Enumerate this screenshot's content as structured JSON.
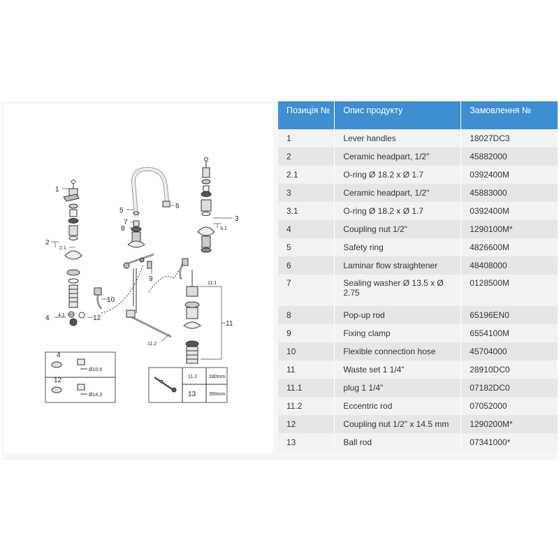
{
  "table": {
    "headers": [
      "Позиція №",
      "Опис продукту",
      "Замовлення №"
    ],
    "rows": [
      {
        "pos": "1",
        "desc": "Lever handles",
        "order": "18027DC3"
      },
      {
        "pos": "2",
        "desc": "Ceramic headpart, 1/2\"",
        "order": "45882000"
      },
      {
        "pos": "2.1",
        "desc": "O-ring Ø 18.2 x Ø 1.7",
        "order": "0392400M"
      },
      {
        "pos": "3",
        "desc": "Ceramic headpart, 1/2\"",
        "order": "45883000"
      },
      {
        "pos": "3.1",
        "desc": "O-ring Ø 18.2 x Ø 1.7",
        "order": "0392400M"
      },
      {
        "pos": "4",
        "desc": "Coupling nut 1/2\"",
        "order": "1290100M*"
      },
      {
        "pos": "5",
        "desc": "Safety ring",
        "order": "4826600M"
      },
      {
        "pos": "6",
        "desc": "Laminar flow straightener",
        "order": "48408000"
      },
      {
        "pos": "7",
        "desc": "Sealing washer Ø 13.5 x Ø 2.75",
        "order": "0128500M"
      },
      {
        "pos": "8",
        "desc": "Pop-up rod",
        "order": "65196EN0"
      },
      {
        "pos": "9",
        "desc": "Fixing clamp",
        "order": "6554100M"
      },
      {
        "pos": "10",
        "desc": "Flexible connection hose",
        "order": "45704000"
      },
      {
        "pos": "11",
        "desc": "Waste set 1 1/4\"",
        "order": "28910DC0"
      },
      {
        "pos": "11.1",
        "desc": "plug 1 1/4\"",
        "order": "07182DC0"
      },
      {
        "pos": "11.2",
        "desc": "Eccentric rod",
        "order": "07052000"
      },
      {
        "pos": "12",
        "desc": "Coupling nut 1/2\" x 14.5 mm",
        "order": "1290200M*"
      },
      {
        "pos": "13",
        "desc": "Ball rod",
        "order": "07341000*"
      }
    ]
  },
  "diagram": {
    "callouts": [
      "1",
      "2",
      "2.1",
      "3",
      "3.1",
      "4",
      "4.1",
      "5",
      "6",
      "7",
      "8",
      "9",
      "10",
      "11",
      "11.1",
      "11.2",
      "12"
    ],
    "inset_left": {
      "row1_label": "4",
      "row1_dim": "Ø10,5",
      "row2_label": "12",
      "row2_dim": "Ø14,3"
    },
    "inset_right": {
      "row1_label": "11.2",
      "row1_len": "180mm",
      "row2_label": "13",
      "row2_len": "350mm"
    }
  }
}
